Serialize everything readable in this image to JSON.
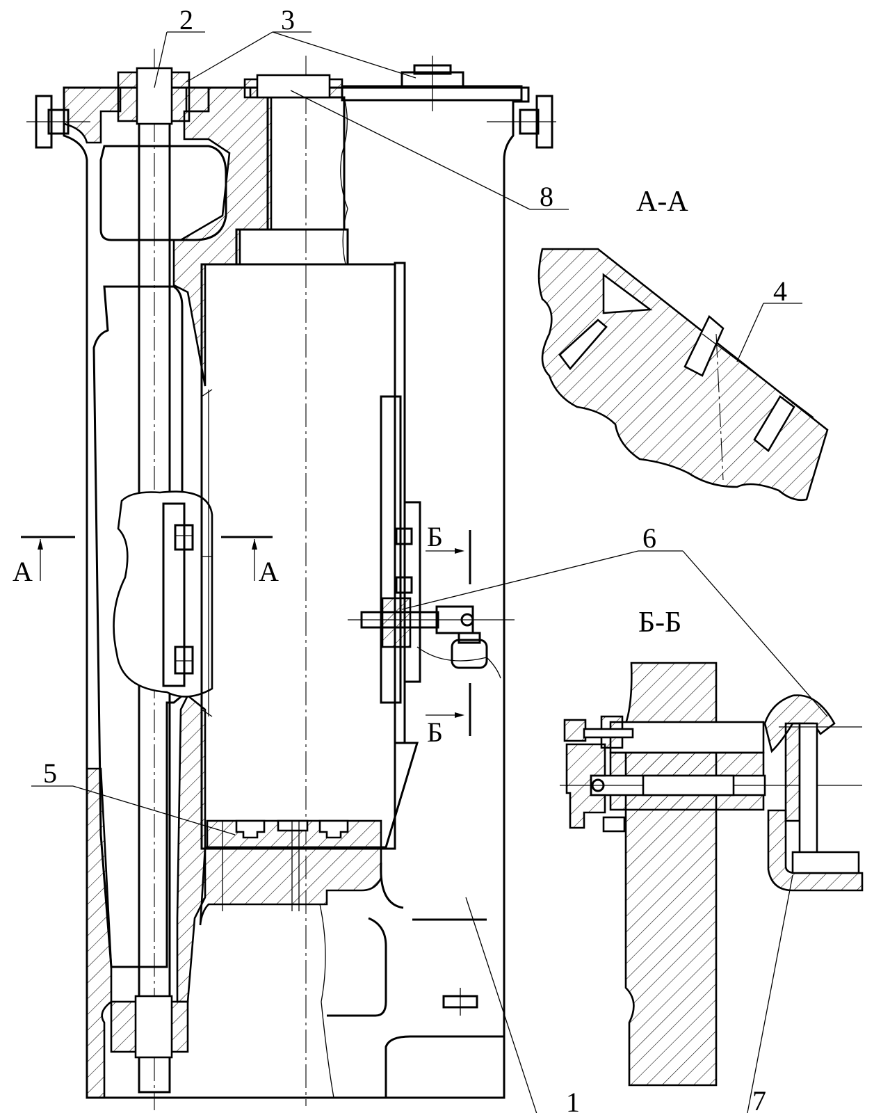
{
  "figure": {
    "callouts": [
      {
        "id": "1",
        "text": "1"
      },
      {
        "id": "2",
        "text": "2"
      },
      {
        "id": "3",
        "text": "3"
      },
      {
        "id": "4",
        "text": "4"
      },
      {
        "id": "5",
        "text": "5"
      },
      {
        "id": "6",
        "text": "6"
      },
      {
        "id": "7",
        "text": "7"
      },
      {
        "id": "8",
        "text": "8"
      }
    ],
    "section_aa": {
      "title": "А-А",
      "marker": "А"
    },
    "section_bb": {
      "title": "Б-Б",
      "marker": "Б"
    }
  }
}
